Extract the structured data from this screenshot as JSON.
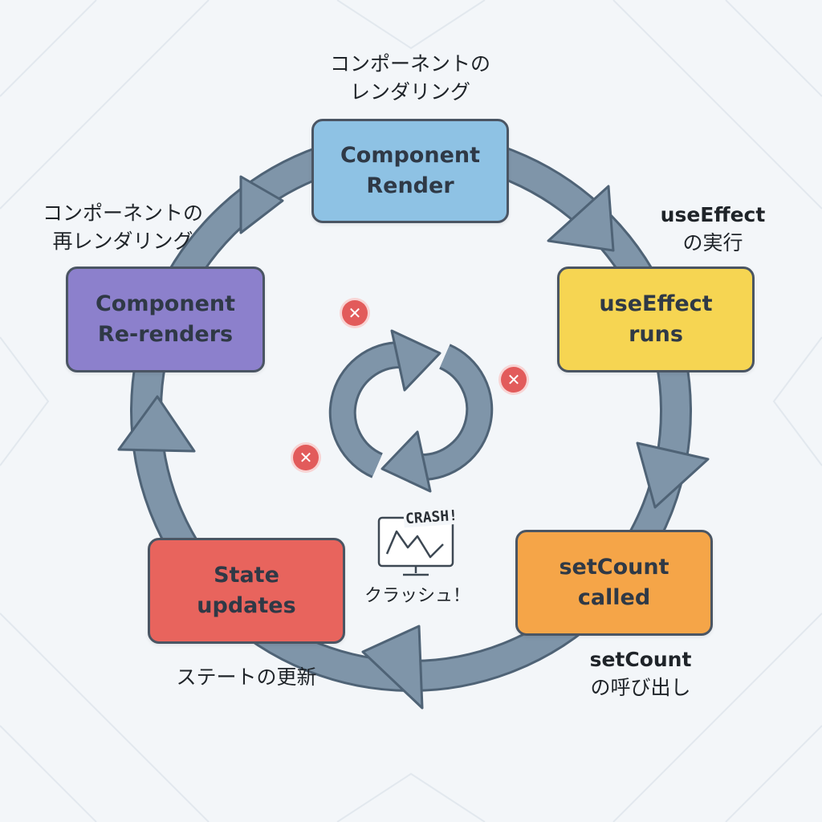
{
  "nodes": {
    "render": {
      "line1": "Component",
      "line2": "Render",
      "color": "#8ec2e4"
    },
    "effect": {
      "line1": "useEffect",
      "line2": "runs",
      "color": "#f6d552"
    },
    "setcount": {
      "line1": "setCount",
      "line2": "called",
      "color": "#f5a548"
    },
    "state": {
      "line1": "State",
      "line2": "updates",
      "color": "#e8645d"
    },
    "rerender": {
      "line1": "Component",
      "line2": "Re-renders",
      "color": "#8c80cc"
    }
  },
  "captions": {
    "render": {
      "line1": "コンポーネントの",
      "line2": "レンダリング"
    },
    "effect": {
      "line1": "useEffect",
      "line2": "の実行"
    },
    "setcount": {
      "line1": "setCount",
      "line2": "の呼び出し"
    },
    "state": {
      "line1": "ステートの更新"
    },
    "rerender": {
      "line1": "コンポーネントの",
      "line2": "再レンダリング"
    }
  },
  "crash": {
    "label_en": "CRASH!",
    "label_ja": "クラッシュ！"
  },
  "colors": {
    "arrow": "#7f95a9",
    "arrow_stroke": "#4f6376",
    "error": "#e25b5b"
  },
  "icons": [
    "cycle-arrows-icon",
    "close-icon",
    "monitor-crash-icon"
  ]
}
